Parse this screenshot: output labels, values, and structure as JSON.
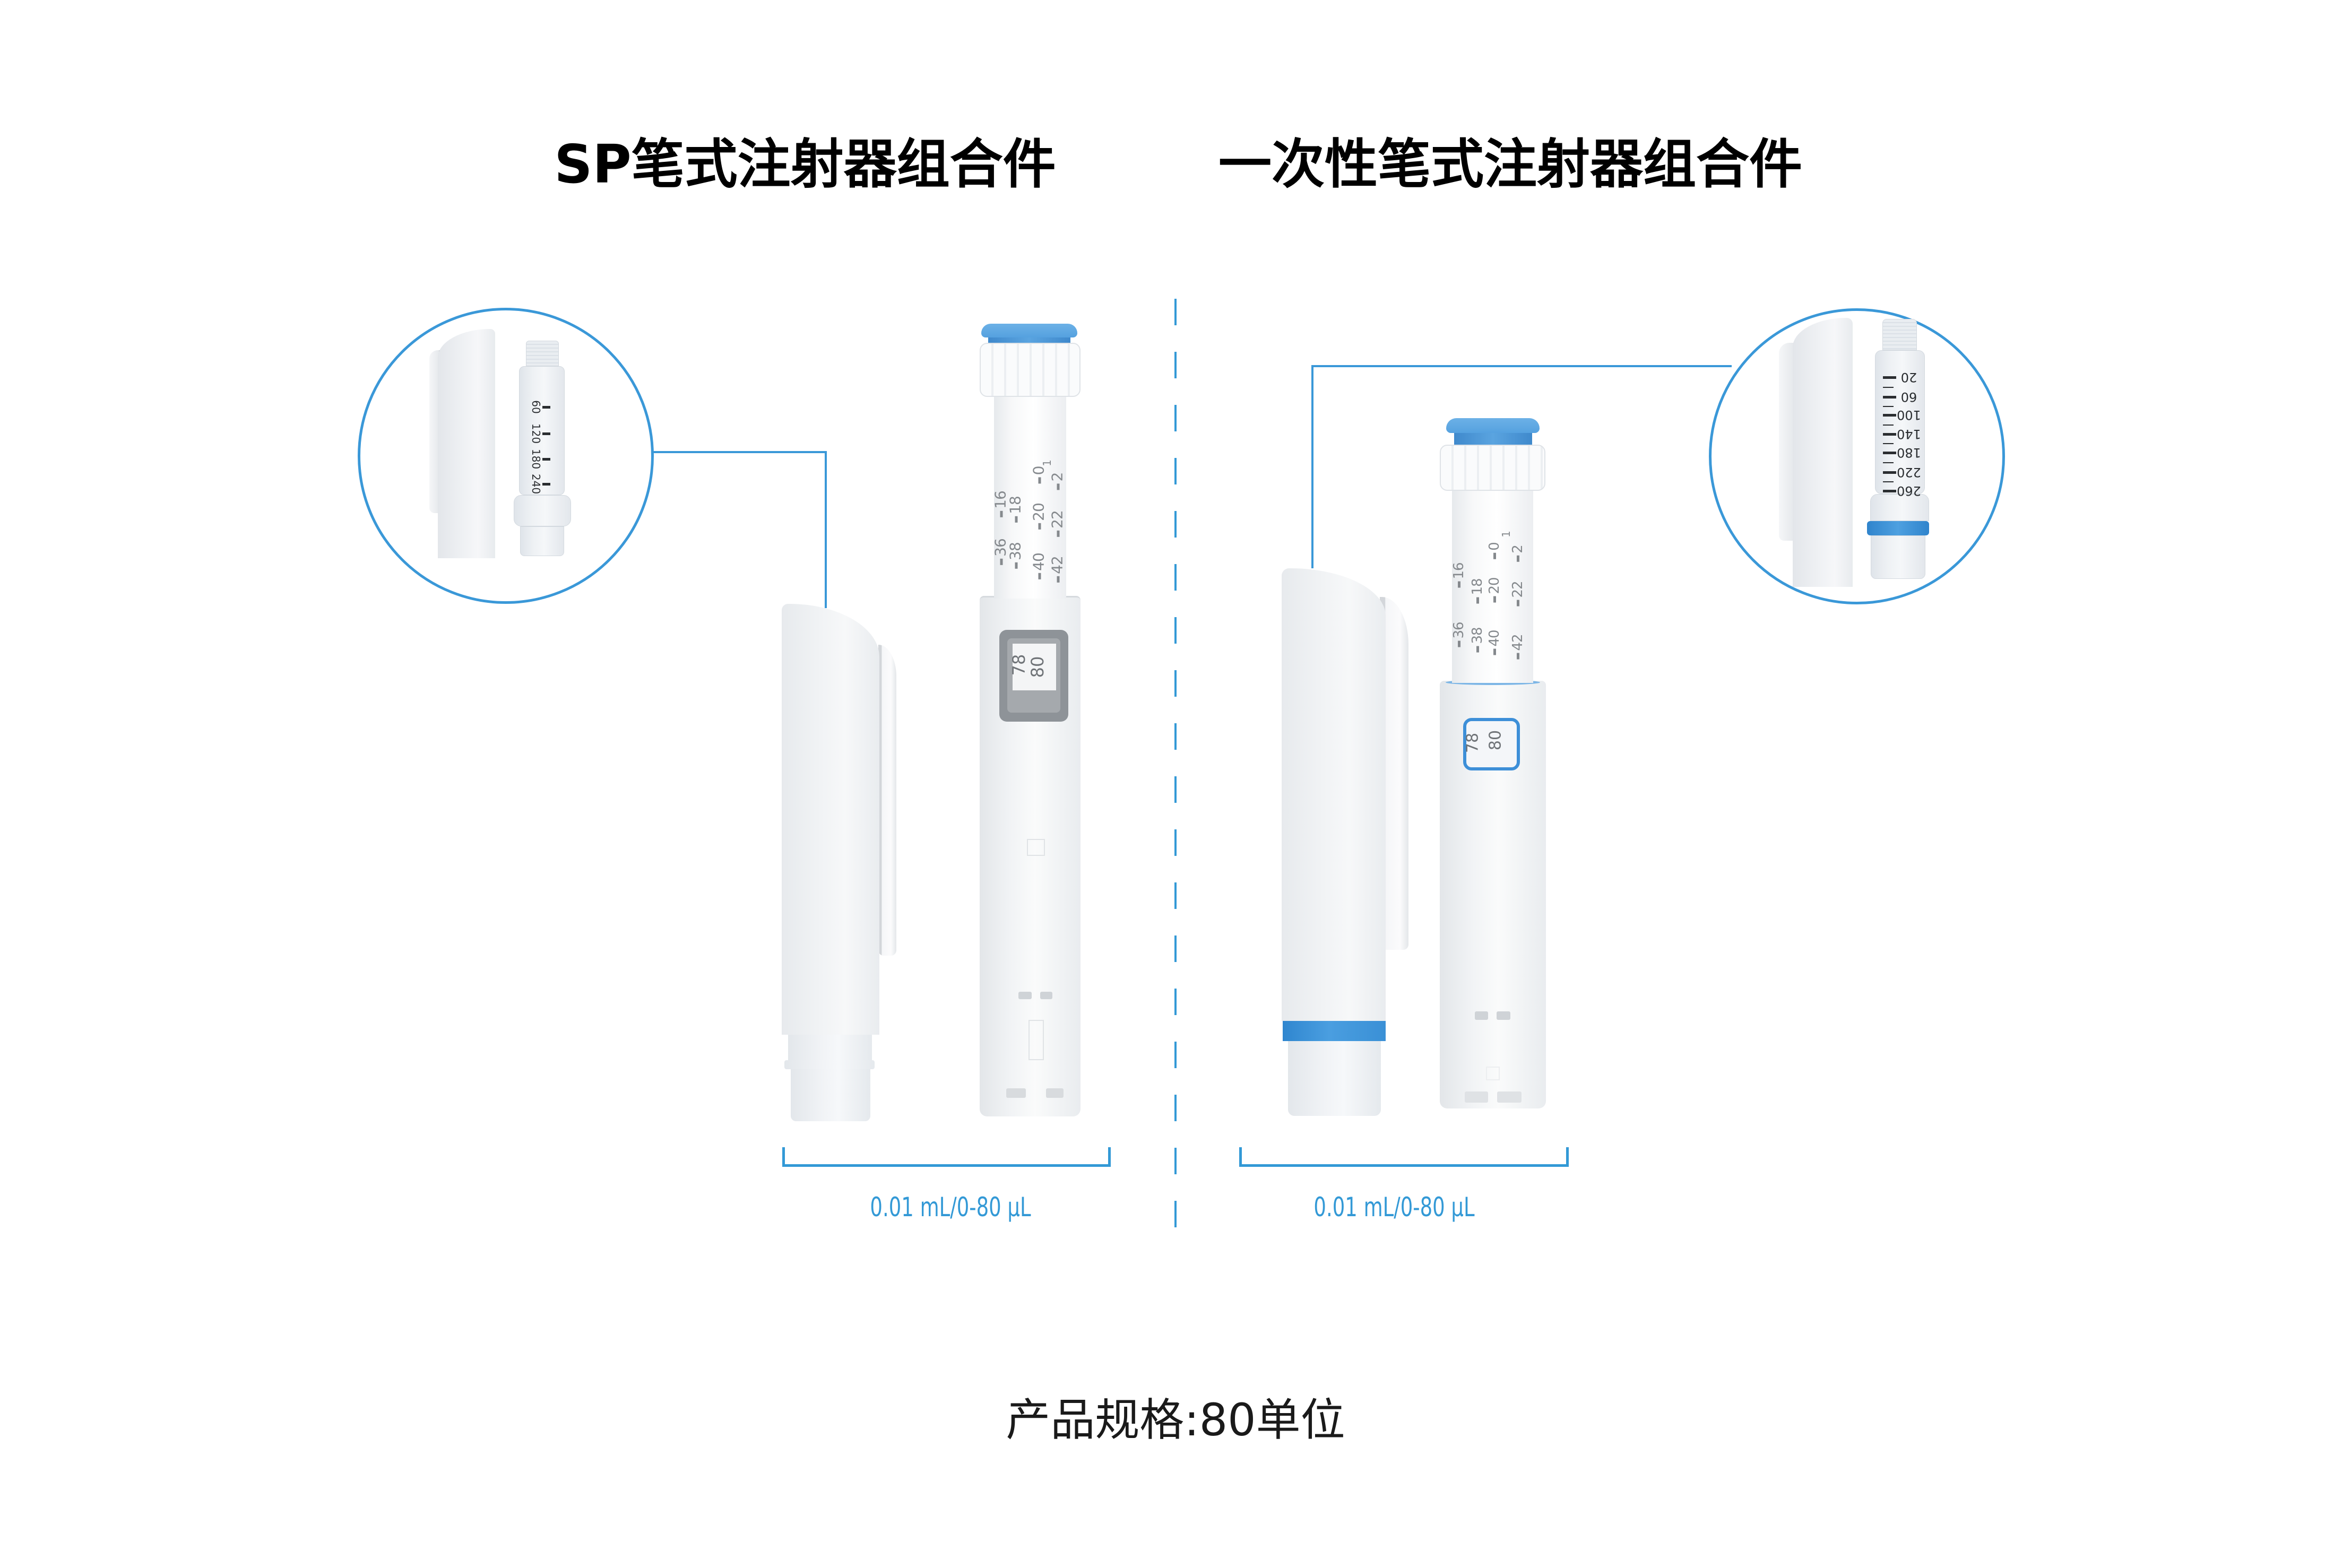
{
  "colors": {
    "accent": "#3399d6",
    "knob_blue": "#5aa6e2",
    "window_gray": "#8e9398",
    "window_blue": "#3d8fd8",
    "text_dark": "#1a1a1a",
    "scale_gray": "#85898d",
    "background": "#ffffff"
  },
  "products": [
    {
      "title": "SP笔式注射器组合件",
      "spec": "0.01 mL/0-80 μL",
      "window_reading": [
        "78",
        "80"
      ],
      "dial_labels": [
        "0",
        "1",
        "2",
        "16",
        "18",
        "20",
        "22",
        "36",
        "38",
        "40",
        "42"
      ],
      "detail_scale_labels": [
        "60",
        "120",
        "180",
        "240"
      ]
    },
    {
      "title": "一次性笔式注射器组合件",
      "spec": "0.01 mL/0-80 μL",
      "window_reading": [
        "78",
        "80"
      ],
      "dial_labels": [
        "0",
        "1",
        "2",
        "16",
        "18",
        "20",
        "22",
        "36",
        "38",
        "40",
        "42"
      ],
      "detail_scale_labels": [
        "20",
        "60",
        "100",
        "140",
        "180",
        "220",
        "260"
      ]
    }
  ],
  "footer": {
    "spec_label": "产品规格:80单位"
  }
}
